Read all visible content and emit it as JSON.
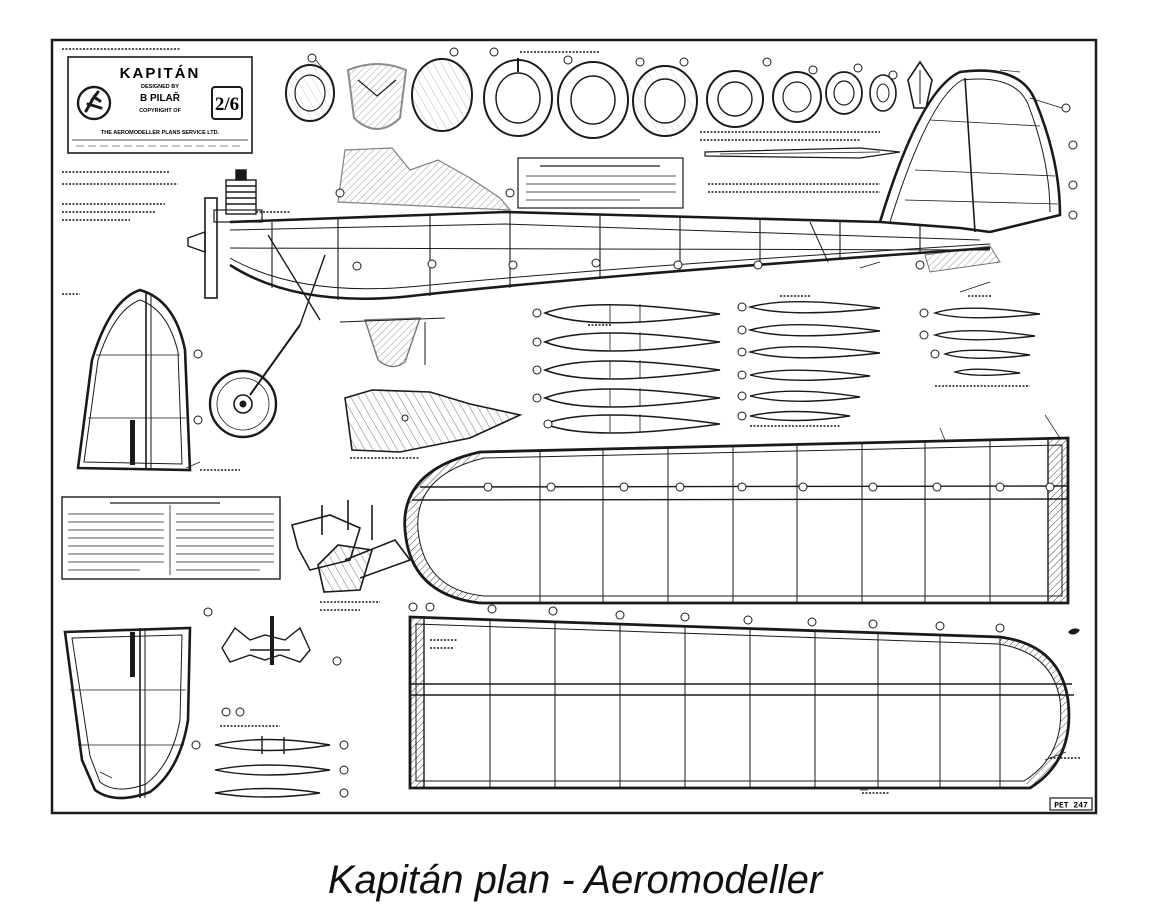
{
  "title_block": {
    "model_name": "KAPITÁN",
    "designer": "B PILAŘ",
    "publisher": "THE AEROMODELLER PLANS SERVICE LTD.",
    "price": "2/6"
  },
  "plan_number": "PET 247",
  "caption": "Kapitán plan - Aeromodeller",
  "colors": {
    "ink": "#1a1a1a",
    "paper": "#ffffff"
  }
}
